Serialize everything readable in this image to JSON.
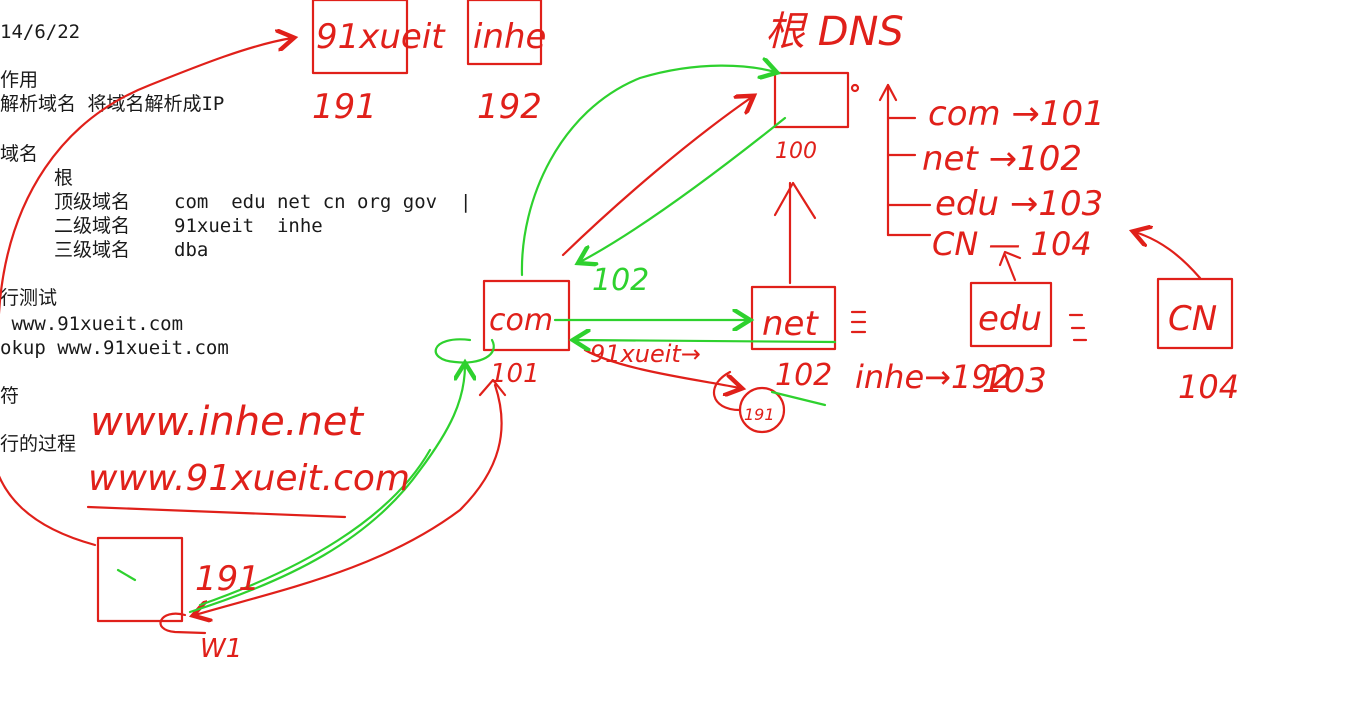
{
  "notes": {
    "date": "14/6/22",
    "role_heading": "作用",
    "role_text": "解析域名 将域名解析成IP",
    "domain_heading": "域名",
    "root": "根",
    "tld_label": "顶级域名",
    "tld_values": "com  edu net cn org gov  |",
    "sld_label": "二级域名",
    "sld_values": "91xueit  inhe",
    "third_label": "三级域名",
    "third_values": "dba",
    "test_heading": "行测试",
    "test_cmd1": " www.91xueit.com",
    "test_cmd2": "okup www.91xueit.com",
    "misc": "符",
    "process_heading": "行的过程"
  },
  "handwriting": {
    "root_dns_title": "根 DNS",
    "root_ip": "100",
    "box_91xueit": "91xueit",
    "box_inhe": "inhe",
    "ip_191": "191",
    "ip_192": "192",
    "com_map": "com →101",
    "net_map": "net →102",
    "edu_map": "edu →103",
    "cn_map": "CN — 104",
    "label_102": "102",
    "box_com": "com",
    "ip_101": "101",
    "box_net": "net",
    "net_ip": "102",
    "ref_91xueit": "91xueit→",
    "circle_191": "191",
    "inhe_arrow": "inhe→192",
    "box_edu": "edu",
    "edu_ip": "103",
    "box_cn": "CN",
    "cn_ip": "104",
    "url_inhe": "www.inhe.net",
    "url_91xueit": "www.91xueit.com",
    "client_ip": "191",
    "client_ip2": "W1"
  },
  "colors": {
    "red_ink": "#e0201a",
    "green_ink": "#2ed12e",
    "text": "#1a1a1a"
  }
}
